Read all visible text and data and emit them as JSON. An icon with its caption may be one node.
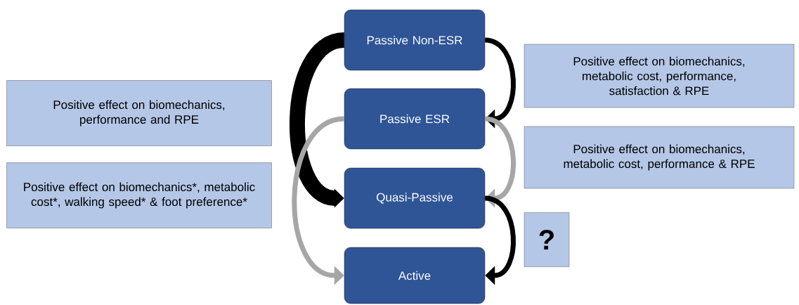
{
  "diagram": {
    "nodes": [
      {
        "text": [
          "Passive Non-ESR"
        ]
      },
      {
        "text": [
          "Passive ESR"
        ]
      },
      {
        "text": [
          "Quasi-Passive"
        ]
      },
      {
        "text": [
          "Active"
        ]
      },
      {
        "text": [
          "Positive effect on biomechanics, metabolic cost, performance, satisfaction & RPE"
        ]
      },
      {
        "text": [
          "Positive effect on biomechanics, performance and RPE"
        ]
      },
      {
        "text": [
          "Positive effect on biomechanics, metabolic cost, performance & RPE"
        ]
      },
      {
        "text": [
          "Positive effect on biomechanics*, metabolic cost*, walking speed*  & foot preference*"
        ]
      },
      {
        "text": [
          "?"
        ]
      }
    ],
    "edges": [
      {
        "from": 0,
        "to": 1,
        "arrow": "to"
      },
      {
        "from": 0,
        "to": 2,
        "arrow": "to",
        "style": "thick"
      },
      {
        "from": 1,
        "to": 2,
        "arrow": "to",
        "color": "#a6a6a6"
      },
      {
        "from": 1,
        "to": 3,
        "arrow": "to",
        "color": "#a6a6a6"
      },
      {
        "from": 2,
        "to": 3,
        "arrow": "to"
      }
    ]
  }
}
